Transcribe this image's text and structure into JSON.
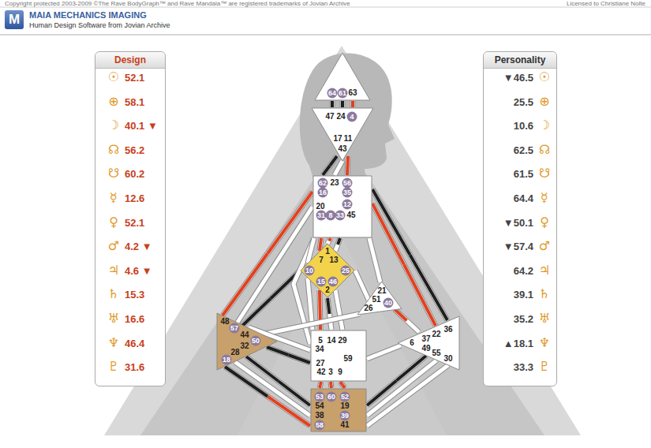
{
  "diagram": {
    "nodes": [
      {
        "text": [
          "Design"
        ]
      },
      {
        "text": [
          "64",
          "61",
          "63"
        ]
      },
      {
        "text": [
          "47",
          "24",
          "4",
          "17",
          "11",
          "43"
        ]
      },
      {
        "text": [
          "62",
          "23",
          "56",
          "16",
          "35",
          "20",
          "12",
          "31",
          "8",
          "33",
          "45"
        ]
      },
      {
        "text": [
          "1",
          "7",
          "13",
          "10",
          "25",
          "15",
          "46",
          "2"
        ]
      },
      {
        "text": [
          "21",
          "51",
          "26",
          "40"
        ]
      },
      {
        "text": [
          "48",
          "57",
          "44",
          "50",
          "32",
          "28",
          "18"
        ]
      },
      {
        "text": [
          "5",
          "14",
          "29",
          "34",
          "59",
          "27",
          "42",
          "3",
          "9"
        ]
      },
      {
        "text": [
          "36",
          "22",
          "37",
          "6",
          "49",
          "55",
          "30"
        ]
      },
      {
        "text": [
          "53",
          "60",
          "52",
          "54",
          "19",
          "38",
          "39",
          "58",
          "41"
        ]
      },
      {
        "text": [
          "Personality"
        ]
      }
    ],
    "edges": [
      {
        "from": 1,
        "to": 2,
        "arrow": "none"
      },
      {
        "from": 1,
        "to": 2,
        "arrow": "none"
      },
      {
        "from": 1,
        "to": 2,
        "arrow": "none"
      },
      {
        "from": 2,
        "to": 3,
        "arrow": "none"
      },
      {
        "from": 2,
        "to": 3,
        "arrow": "none"
      },
      {
        "from": 2,
        "to": 3,
        "arrow": "none"
      },
      {
        "from": 3,
        "to": 4,
        "arrow": "none"
      },
      {
        "from": 3,
        "to": 4,
        "arrow": "none"
      },
      {
        "from": 3,
        "to": 4,
        "arrow": "none"
      },
      {
        "from": 3,
        "to": 5,
        "arrow": "none"
      },
      {
        "from": 3,
        "to": 6,
        "arrow": "none"
      },
      {
        "from": 3,
        "to": 6,
        "arrow": "none"
      },
      {
        "from": 4,
        "to": 6,
        "arrow": "none"
      },
      {
        "from": 3,
        "to": 7,
        "arrow": "none"
      },
      {
        "from": 4,
        "to": 3,
        "arrow": "none"
      },
      {
        "from": 4,
        "to": 7,
        "arrow": "none"
      },
      {
        "from": 4,
        "to": 7,
        "arrow": "none"
      },
      {
        "from": 4,
        "to": 7,
        "arrow": "none"
      },
      {
        "from": 4,
        "to": 7,
        "arrow": "none"
      },
      {
        "from": 4,
        "to": 5,
        "arrow": "none"
      },
      {
        "from": 5,
        "to": 6,
        "arrow": "none"
      },
      {
        "from": 5,
        "to": 8,
        "arrow": "none"
      },
      {
        "from": 3,
        "to": 8,
        "arrow": "none"
      },
      {
        "from": 3,
        "to": 8,
        "arrow": "none"
      },
      {
        "from": 8,
        "to": 7,
        "arrow": "none"
      },
      {
        "from": 7,
        "to": 6,
        "arrow": "none"
      },
      {
        "from": 7,
        "to": 6,
        "arrow": "none"
      },
      {
        "from": 7,
        "to": 9,
        "arrow": "none"
      },
      {
        "from": 7,
        "to": 9,
        "arrow": "none"
      },
      {
        "from": 7,
        "to": 9,
        "arrow": "none"
      },
      {
        "from": 9,
        "to": 6,
        "arrow": "none"
      },
      {
        "from": 9,
        "to": 6,
        "arrow": "none"
      },
      {
        "from": 9,
        "to": 6,
        "arrow": "none"
      },
      {
        "from": 9,
        "to": 8,
        "arrow": "none"
      },
      {
        "from": 9,
        "to": 8,
        "arrow": "none"
      },
      {
        "from": 9,
        "to": 8,
        "arrow": "none"
      }
    ],
    "labels": [
      "Copyright protected 2003-2009 ©The Rave BodyGraph™ and Rave Mandala™ are registered trademarks of Jovian Archive",
      "Licensed to Christiane Nolte",
      "M",
      "MAIA MECHANICS IMAGING",
      "Human Design Software from Jovian Archive",
      "☉",
      "52.1",
      "⊕",
      "58.1",
      "☽",
      "40.1 ▼",
      "☊",
      "56.2",
      "☋",
      "60.2",
      "☿",
      "12.6",
      "♀",
      "52.1",
      "♂",
      "4.2 ▼",
      "♃",
      "4.6 ▼",
      "♄",
      "15.3",
      "♅",
      "16.6",
      "♆",
      "46.4",
      "♇",
      "31.6",
      "▼46.5",
      "☉",
      "25.5",
      "⊕",
      "10.6",
      "☽",
      "62.5",
      "☊",
      "61.5",
      "☋",
      "64.4",
      "☿",
      "▼50.1",
      "♀",
      "▼57.4",
      "♂",
      "64.2",
      "♃",
      "39.1",
      "♄",
      "35.2",
      "♅",
      "▲18.1",
      "♆",
      "33.3",
      "♇"
    ]
  }
}
